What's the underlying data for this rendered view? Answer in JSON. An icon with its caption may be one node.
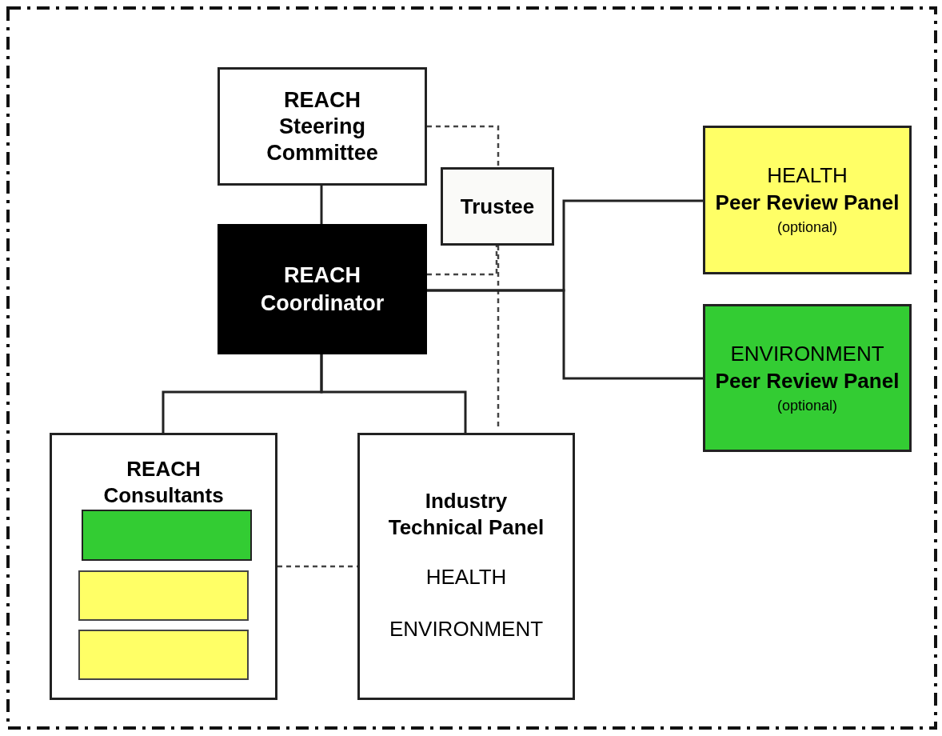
{
  "diagram": {
    "nodes": [
      {
        "text": [
          "REACH Steering Committee"
        ]
      },
      {
        "text": [
          "Trustee"
        ]
      },
      {
        "text": [
          "REACH Coordinator"
        ]
      },
      {
        "text": [
          "HEALTH",
          "Peer Review Panel",
          "(optional)"
        ]
      },
      {
        "text": [
          "ENVIRONMENT",
          "Peer Review Panel",
          "(optional)"
        ]
      },
      {
        "text": [
          "REACH Consultants"
        ]
      },
      {
        "text": [],
        "shape": "box",
        "in": 5
      },
      {
        "text": [],
        "shape": "box",
        "in": 5
      },
      {
        "text": [],
        "shape": "box",
        "in": 5
      },
      {
        "text": [
          "Industry Technical Panel",
          "HEALTH",
          "ENVIRONMENT"
        ]
      }
    ],
    "edges": [
      {
        "from": 0,
        "to": 2,
        "arrow": "none"
      },
      {
        "from": 0,
        "to": 1,
        "arrow": "none",
        "style": "dashed"
      },
      {
        "from": 1,
        "to": 9,
        "arrow": "none",
        "style": "dashed"
      },
      {
        "from": 2,
        "to": 1,
        "arrow": "none",
        "style": "dashed"
      },
      {
        "from": 2,
        "to": 3,
        "arrow": "none"
      },
      {
        "from": 2,
        "to": 4,
        "arrow": "none"
      },
      {
        "from": 2,
        "to": 5,
        "arrow": "none"
      },
      {
        "from": 2,
        "to": 9,
        "arrow": "none"
      },
      {
        "from": 5,
        "to": 9,
        "arrow": "none",
        "style": "dashed"
      }
    ]
  }
}
